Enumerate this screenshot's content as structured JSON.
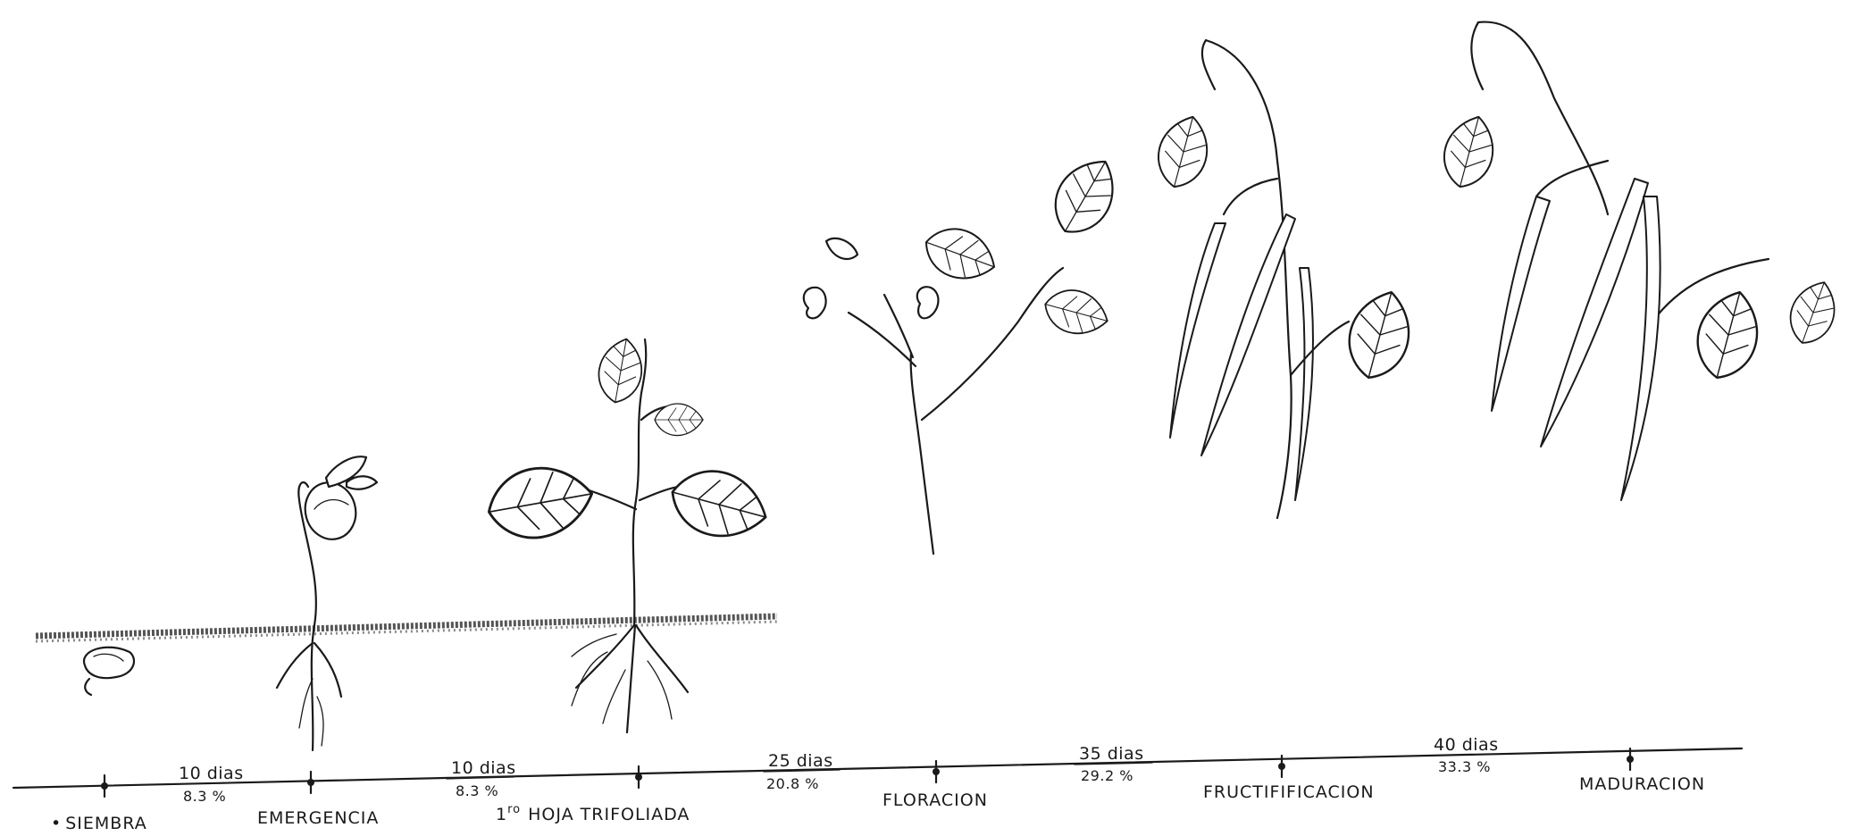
{
  "stages": [
    {
      "label": "SIEMBRA",
      "mark": "•"
    },
    {
      "label": "EMERGENCIA"
    },
    {
      "label": "1ro HOJA TRIFOLIADA",
      "prefix": "1",
      "sup": "ro",
      "rest": "HOJA  TRIFOLIADA"
    },
    {
      "label": "FLORACION"
    },
    {
      "label": "FRUCTIFIFICACION"
    },
    {
      "label": "MADURACION"
    }
  ],
  "intervals": [
    {
      "duration": "10 dias",
      "percent": "8.3 %"
    },
    {
      "duration": "10 dias",
      "percent": "8.3 %"
    },
    {
      "duration": "25  dias",
      "percent": "20.8  %"
    },
    {
      "duration": "35  dias",
      "percent": "29.2  %"
    },
    {
      "duration": "40  dias",
      "percent": "33.3 %"
    }
  ],
  "colors": {
    "ink": "#1a1a1a",
    "background": "#ffffff",
    "soil": "#555555"
  }
}
